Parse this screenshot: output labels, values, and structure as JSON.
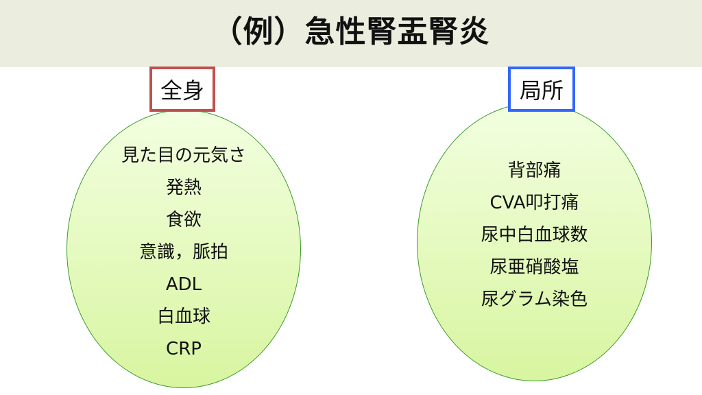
{
  "title": "（例）急性腎盂腎炎",
  "left": {
    "label": "全身",
    "color": "#C0504D",
    "items": [
      "見た目の元気さ",
      "発熱",
      "食欲",
      "意識，脈拍",
      "ADL",
      "白血球",
      "CRP"
    ]
  },
  "right": {
    "label": "局所",
    "color": "#3366FF",
    "items": [
      "背部痛",
      "CVA叩打痛",
      "尿中白血球数",
      "尿亜硝酸塩",
      "尿グラム染色"
    ]
  }
}
